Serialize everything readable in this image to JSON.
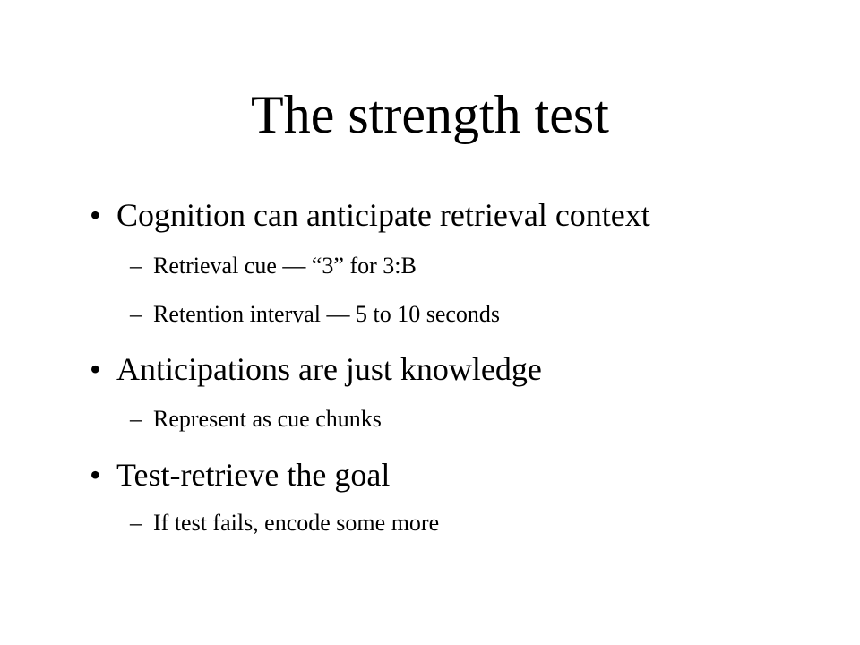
{
  "slide": {
    "title": "The strength test",
    "bullet_marker": "•",
    "sub_marker": "–",
    "items": [
      {
        "text": "Cognition can anticipate retrieval context",
        "subitems": [
          "Retrieval cue  —  “3” for 3:B",
          "Retention interval — 5 to 10 seconds"
        ]
      },
      {
        "text": "Anticipations are just knowledge",
        "subitems": [
          "Represent as cue chunks"
        ]
      },
      {
        "text": "Test-retrieve the goal",
        "subitems": [
          "If test fails, encode some more"
        ]
      }
    ]
  }
}
